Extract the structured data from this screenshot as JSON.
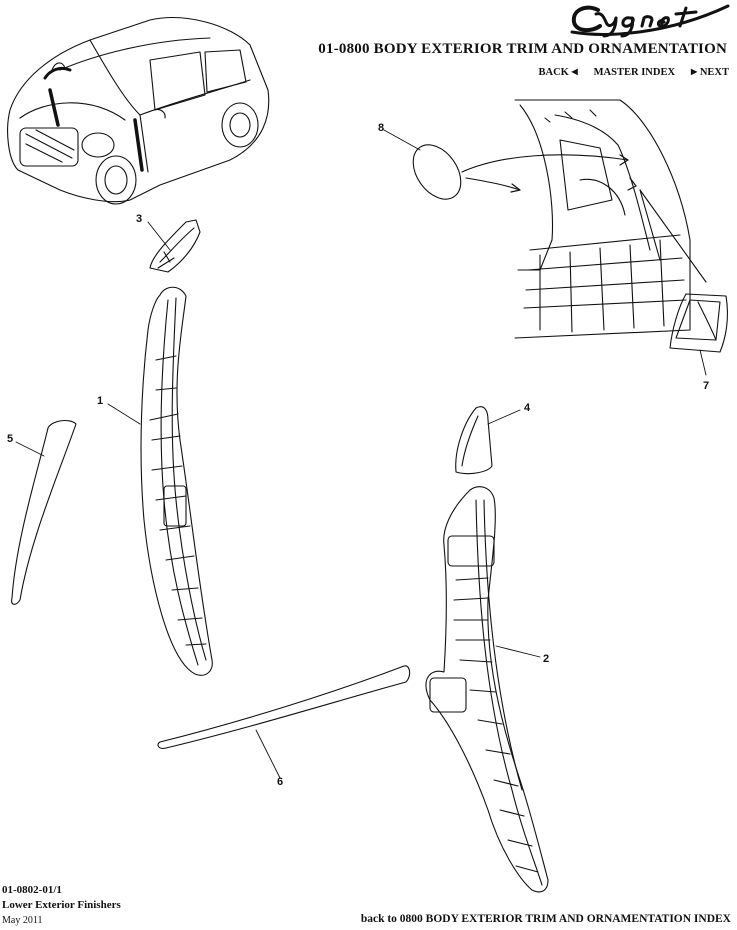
{
  "header": {
    "brand": "Cygnet",
    "title": "01-0800 BODY EXTERIOR TRIM AND ORNAMENTATION",
    "nav": {
      "back": "BACK",
      "master_index": "MASTER INDEX",
      "next": "NEXT"
    }
  },
  "diagram": {
    "callouts": [
      "1",
      "2",
      "3",
      "4",
      "5",
      "6",
      "7",
      "8"
    ]
  },
  "footer": {
    "part_code": "01-0802-01/1",
    "section_name": "Lower Exterior Finishers",
    "date": "May 2011",
    "index_link": "back to 0800 BODY EXTERIOR TRIM AND ORNAMENTATION INDEX"
  }
}
